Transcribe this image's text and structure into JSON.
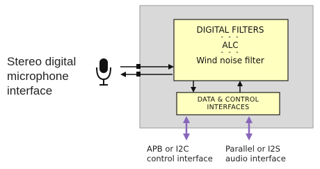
{
  "left_label": [
    "Stereo digital",
    "microphone",
    "interface"
  ],
  "filters_block": {
    "line1": "DIGITAL FILTERS",
    "sep1": "- - -",
    "line2": "ALC",
    "sep2": "- - -",
    "line3": "Wind noise filter"
  },
  "control_block": {
    "line1": "DATA & CONTROL",
    "line2": "INTERFACES"
  },
  "bottom_labels": {
    "apb": [
      "APB or I2C",
      "control interface"
    ],
    "parallel": [
      "Parallel or I2S",
      "audio interface"
    ]
  },
  "colors": {
    "outer_box": "#d9d9d9",
    "outer_border": "#9a9a9a",
    "block_fill": "#ffffc0",
    "block_border": "#222222",
    "arrow_dark": "#111111",
    "arrow_purple": "#8866bb"
  },
  "icons": [
    "microphone-icon"
  ]
}
